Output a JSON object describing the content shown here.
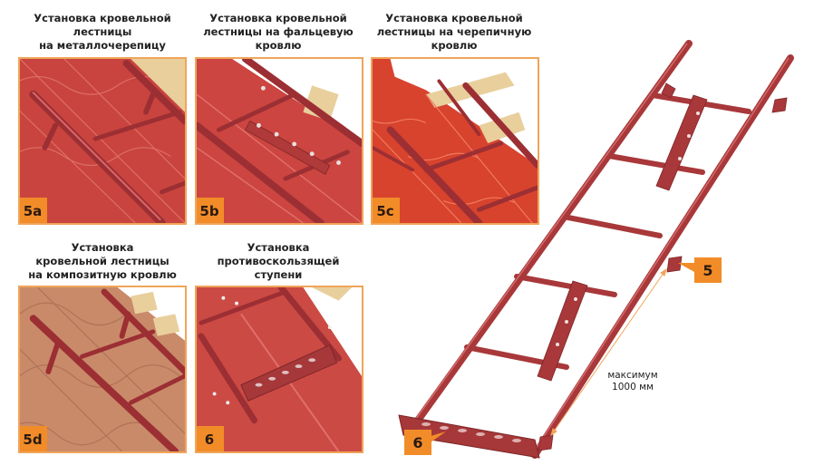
{
  "panels": [
    {
      "id": "5a",
      "badge": "5a",
      "caption": "Установка кровельной\nлестницы\nна металлочерепицу",
      "roof": "metal-tile"
    },
    {
      "id": "5b",
      "badge": "5b",
      "caption": "Установка кровельной\nлестницы на фальцевую\nкровлю",
      "roof": "seam"
    },
    {
      "id": "5c",
      "badge": "5c",
      "caption": "Установка кровельной\nлестницы на черепичную\nкровлю",
      "roof": "ceramic-tile"
    },
    {
      "id": "5d",
      "badge": "5d",
      "caption": "Установка\nкровельной лестницы\nна композитную кровлю",
      "roof": "composite"
    },
    {
      "id": "6",
      "badge": "6",
      "caption": "Установка\nпротивоскользящей\nступени",
      "roof": "anti-slip-step"
    }
  ],
  "ladder": {
    "callout_bracket": "5",
    "callout_step": "6",
    "dimension_label": "максимум\n1000 мм"
  },
  "colors": {
    "accent_orange": "#f28c28",
    "frame_orange": "#f0a55a",
    "ladder_red": "#a8383a",
    "roof_red": "#c8403a",
    "composite_roof": "#c98a6a",
    "wood": "#e8cf9c"
  }
}
